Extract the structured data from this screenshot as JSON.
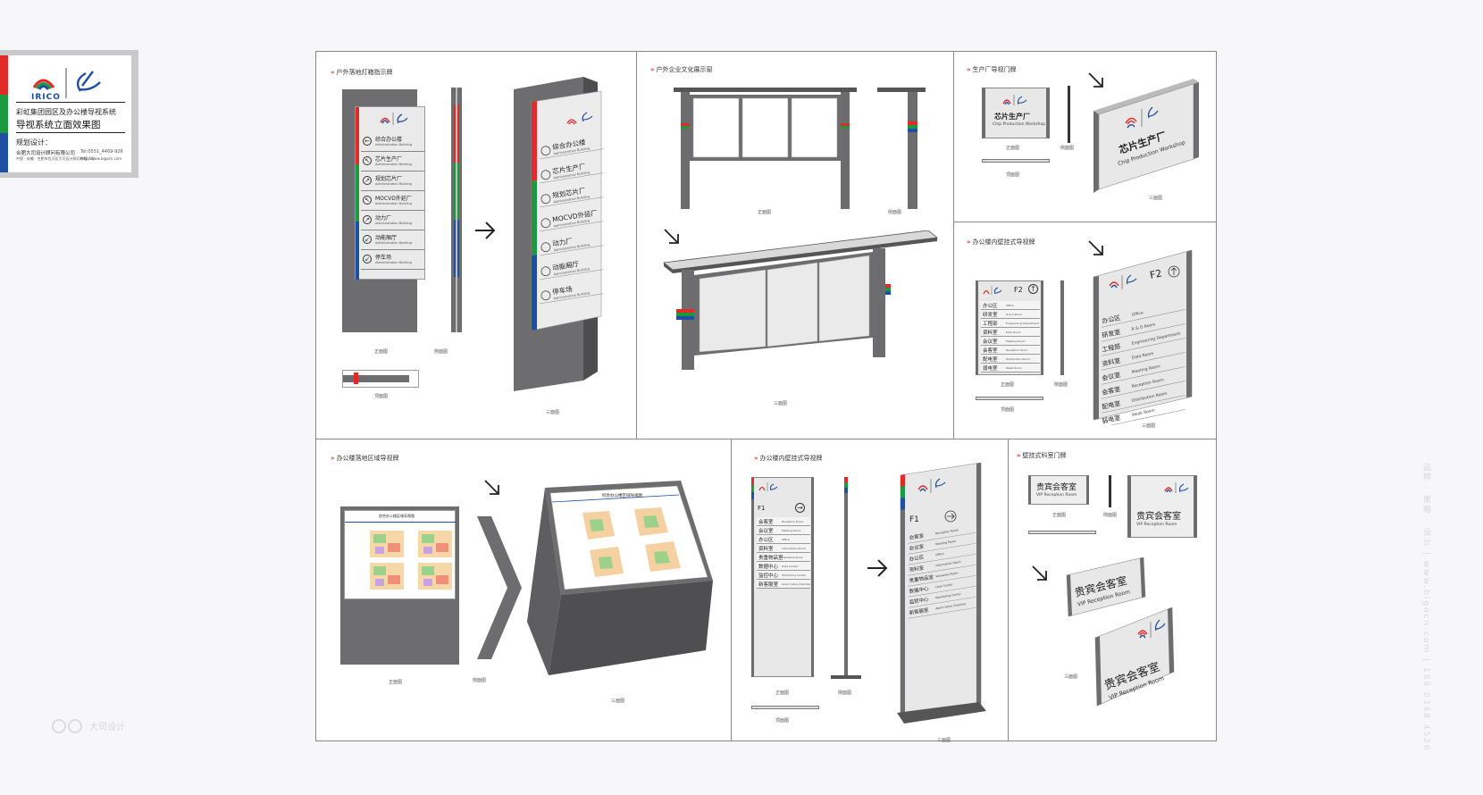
{
  "title_card": {
    "logo_text": "IRICO",
    "line1": "彩虹集团园区及办公楼导视系统",
    "line2": "导视系统立面效果图",
    "line3": "规划设计：",
    "company": "合肥大司设计顾问有限公司",
    "tel": "Tel:0551_4469-926",
    "addr": "中国 · 安徽 · 合肥市包河区大司设计顾问有限公司",
    "web": "http://www.bigocn.com"
  },
  "colors": {
    "red": "#e22a27",
    "green": "#1b9a3f",
    "blue": "#1f4fa3",
    "grey": "#6d6d6f",
    "frame": "#888888"
  },
  "panels": {
    "p1": {
      "title": "户外落地灯箱指示牌",
      "items": [
        {
          "cn": "综合办公楼",
          "en": "Administration Building",
          "arrow": "left"
        },
        {
          "cn": "芯片生产厂",
          "en": "Administration Building",
          "arrow": "up-left"
        },
        {
          "cn": "规划芯片厂",
          "en": "Administration Building",
          "arrow": "up-right"
        },
        {
          "cn": "MOCVD外延厂",
          "en": "Administration Building",
          "arrow": "up-left"
        },
        {
          "cn": "动力厂",
          "en": "Administration Building",
          "arrow": "up-right"
        },
        {
          "cn": "动能厢厅",
          "en": "Administration Building",
          "arrow": "down-left"
        },
        {
          "cn": "停车场",
          "en": "Administration Building",
          "arrow": "down-left"
        }
      ],
      "cap_front": "正面图",
      "cap_side": "侧面图",
      "cap_top": "顶面图",
      "cap_3d": "三面图"
    },
    "p2": {
      "title": "户外企业文化展示窗",
      "cap_front": "正面图",
      "cap_side": "侧面图",
      "cap_3d": "三面图"
    },
    "p3": {
      "title": "生产厂导视门牌",
      "name_cn": "芯片生产厂",
      "name_en": "Chip Production Workshop",
      "cap_front": "正面图",
      "cap_side": "侧面图",
      "cap_top": "顶面图",
      "cap_3d": "三面图"
    },
    "p4": {
      "title": "办公楼内壁挂式导视牌",
      "floor": "F2",
      "rows": [
        {
          "cn": "办公区",
          "en": "Office"
        },
        {
          "cn": "研发室",
          "en": "R & D Room"
        },
        {
          "cn": "工程部",
          "en": "Engineering Department"
        },
        {
          "cn": "资料室",
          "en": "Data Room"
        },
        {
          "cn": "会议室",
          "en": "Meeting Room"
        },
        {
          "cn": "会客室",
          "en": "Reception Room"
        },
        {
          "cn": "配电室",
          "en": "Distribution Room"
        },
        {
          "cn": "弱电室",
          "en": "Weak Room"
        }
      ],
      "cap_front": "正面图",
      "cap_side": "侧面图",
      "cap_top": "顶面图",
      "cap_3d": "三面图"
    },
    "p5": {
      "title": "办公楼落地区域导视牌",
      "map_title": "综合办公楼区域导视图",
      "cap_front": "正面图",
      "cap_side": "侧面图",
      "cap_3d": "三面图"
    },
    "p6": {
      "title": "办公楼内壁挂式导视牌",
      "floor": "F1",
      "rows": [
        {
          "cn": "会客室",
          "en": "Reception Room"
        },
        {
          "cn": "会议室",
          "en": "Meeting Room"
        },
        {
          "cn": "办公区",
          "en": "Office"
        },
        {
          "cn": "资料室",
          "en": "Information Room"
        },
        {
          "cn": "贵重物品室",
          "en": "Valuables Room"
        },
        {
          "cn": "数据中心",
          "en": "Data Center"
        },
        {
          "cn": "监控中心",
          "en": "Monitoring Center"
        },
        {
          "cn": "新客服室",
          "en": "Alarm Valve Chamber"
        }
      ],
      "cap_front": "正面图",
      "cap_side": "侧面图",
      "cap_top": "顶面图",
      "cap_3d": "三面图"
    },
    "p7": {
      "title": "壁挂式科室门牌",
      "name_cn": "贵宾会客室",
      "name_en": "VIP Reception Room",
      "cap_front": "正面图",
      "cap_side": "侧面图",
      "cap_top": "顶面图",
      "cap_3d": "三面图"
    }
  },
  "watermark": {
    "vertical": "品牌 · 策略 · 设计  |  www.bigocn.com  |  188 0348 4526",
    "brand": "大司设计"
  }
}
